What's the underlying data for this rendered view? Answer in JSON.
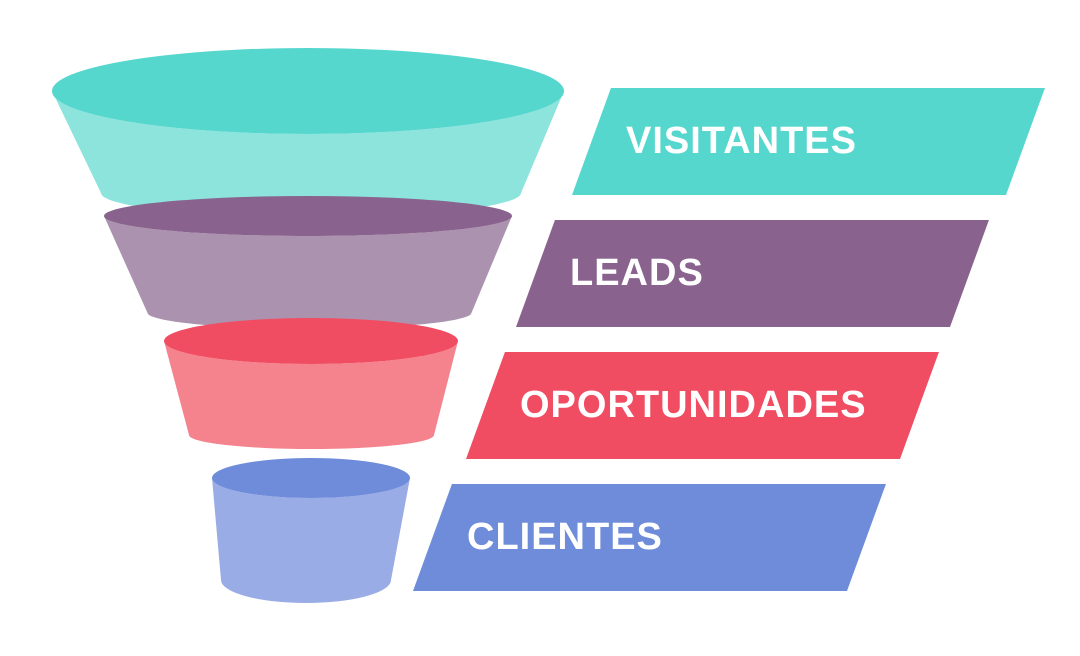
{
  "page": {
    "background_color": "#ffffff"
  },
  "funnel": {
    "type": "funnel",
    "orientation": "top-down",
    "label_text_color": "#ffffff",
    "stages": [
      {
        "id": "visitantes",
        "label": "VISITANTES",
        "color_dark": "#56d7ce",
        "color_light": "#8ce4dc"
      },
      {
        "id": "leads",
        "label": "LEADS",
        "color_dark": "#89638e",
        "color_light": "#ab93af"
      },
      {
        "id": "oportunidades",
        "label": "OPORTUNIDADES",
        "color_dark": "#f04d62",
        "color_light": "#f5838e"
      },
      {
        "id": "clientes",
        "label": "CLIENTES",
        "color_dark": "#6e8cd9",
        "color_light": "#9aace5"
      }
    ]
  }
}
